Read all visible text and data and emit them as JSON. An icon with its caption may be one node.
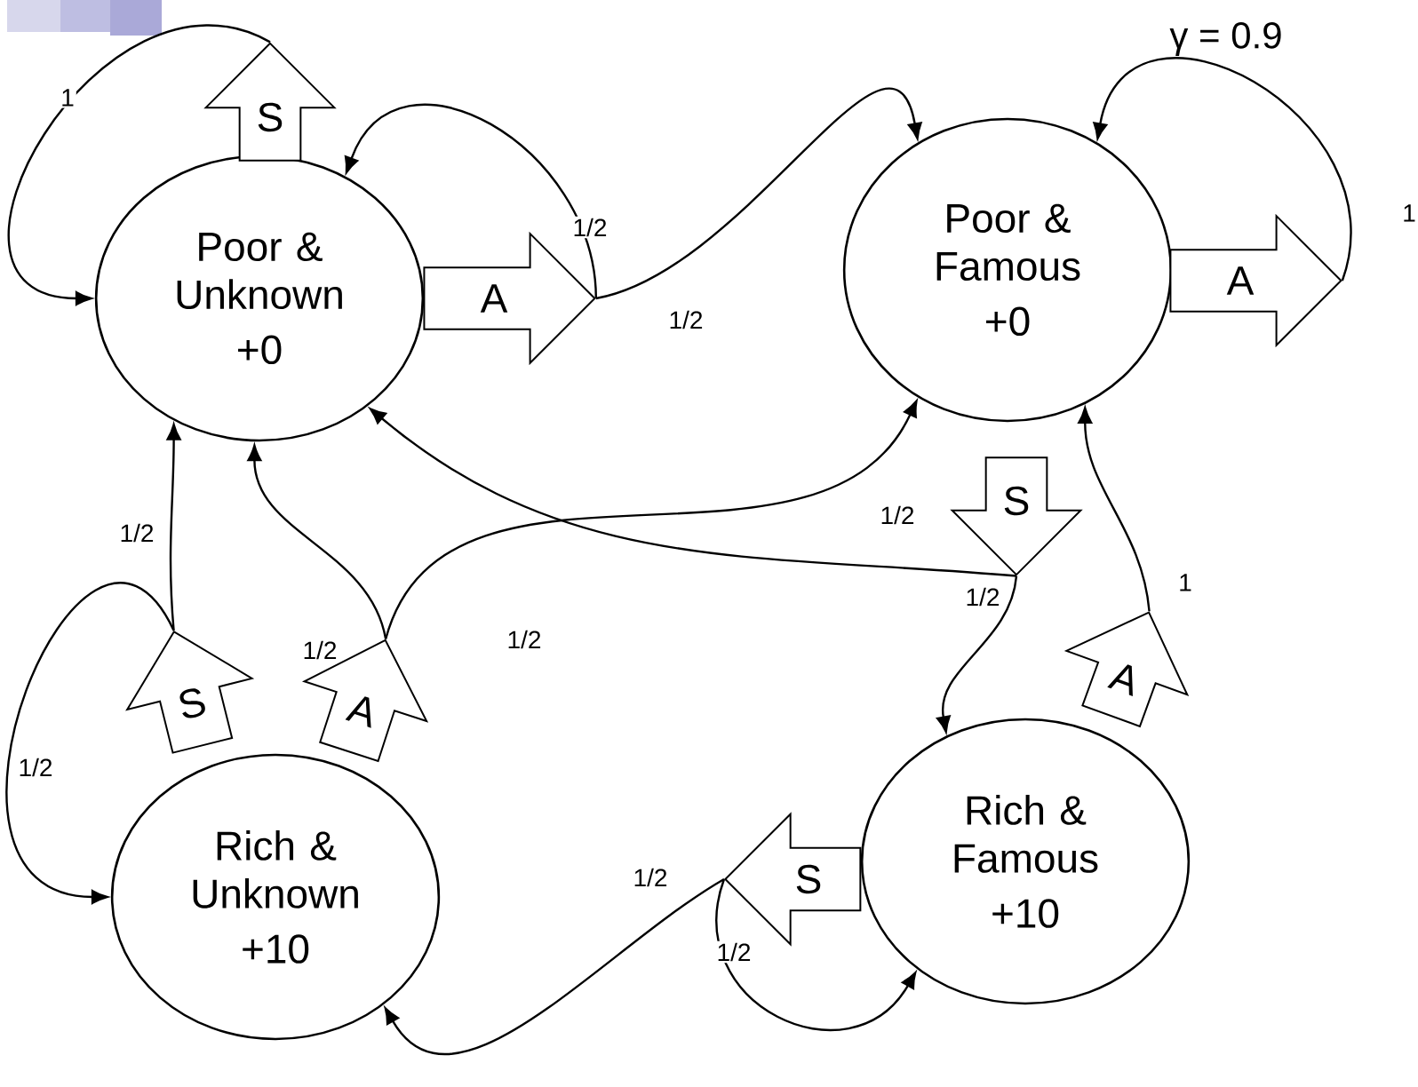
{
  "diagram": {
    "nodes": [
      {
        "text": [
          "Poor & Unknown",
          "+0"
        ]
      },
      {
        "text": [
          "Poor & Famous",
          "+0"
        ]
      },
      {
        "text": [
          "Rich & Unknown",
          "+10"
        ]
      },
      {
        "text": [
          "Rich & Famous",
          "+10"
        ]
      },
      {
        "text": [
          "S"
        ]
      },
      {
        "text": [
          "A"
        ]
      },
      {
        "text": [
          "A"
        ]
      },
      {
        "text": [
          "S"
        ]
      },
      {
        "text": [
          "S"
        ]
      },
      {
        "text": [
          "A"
        ]
      },
      {
        "text": [
          "A"
        ]
      },
      {
        "text": [
          "S"
        ]
      }
    ],
    "edges": [
      {
        "from": 4,
        "to": 0,
        "arrow": "to",
        "label": "1"
      },
      {
        "from": 5,
        "to": 0,
        "arrow": "to",
        "label": "1/2"
      },
      {
        "from": 5,
        "to": 1,
        "arrow": "to",
        "label": "1/2"
      },
      {
        "from": 6,
        "to": 1,
        "arrow": "to",
        "label": "1"
      },
      {
        "from": 7,
        "to": 0,
        "arrow": "to",
        "label": "1/2"
      },
      {
        "from": 7,
        "to": 3,
        "arrow": "to",
        "label": "1/2"
      },
      {
        "from": 8,
        "to": 0,
        "arrow": "to",
        "label": "1/2"
      },
      {
        "from": 8,
        "to": 2,
        "arrow": "to",
        "label": "1/2"
      },
      {
        "from": 9,
        "to": 0,
        "arrow": "to",
        "label": "1/2"
      },
      {
        "from": 9,
        "to": 1,
        "arrow": "to",
        "label": "1/2"
      },
      {
        "from": 10,
        "to": 1,
        "arrow": "to",
        "label": "1"
      },
      {
        "from": 11,
        "to": 2,
        "arrow": "to",
        "label": "1/2"
      },
      {
        "from": 11,
        "to": 3,
        "arrow": "to",
        "label": "1/2"
      }
    ],
    "labels": [
      "γ = 0.9"
    ]
  }
}
